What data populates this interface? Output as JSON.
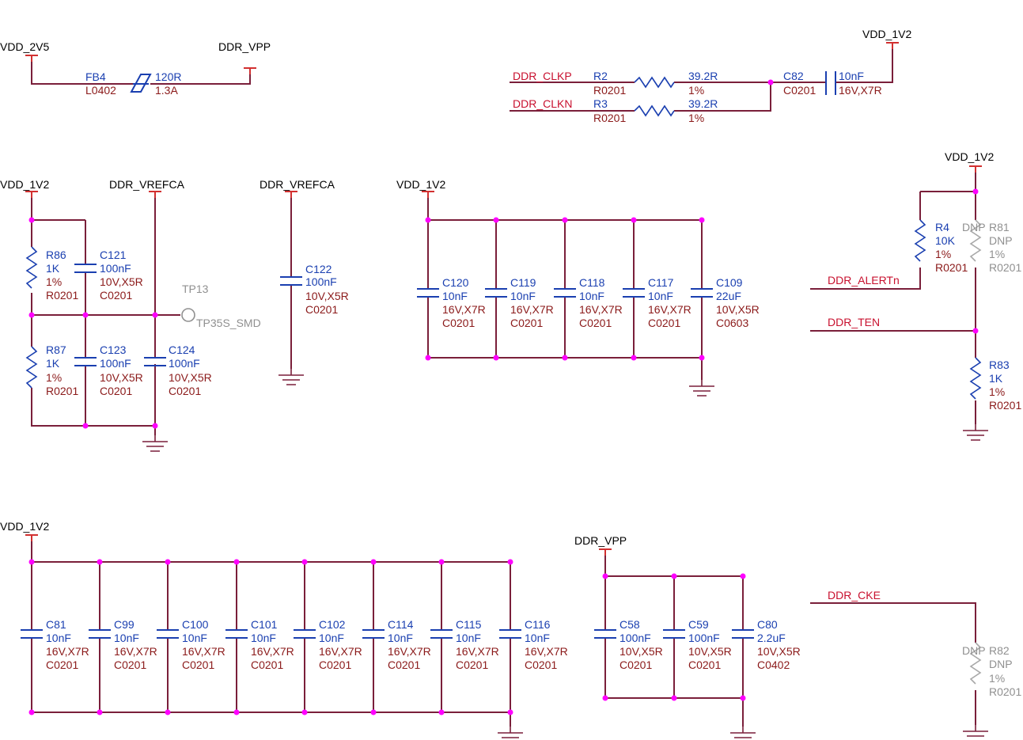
{
  "power": {
    "vdd2v5": "VDD_2V5",
    "ddr_vpp": "DDR_VPP",
    "vdd1v2": "VDD_1V2",
    "ddr_vrefca": "DDR_VREFCA"
  },
  "nets": {
    "clkp": "DDR_CLKP",
    "clkn": "DDR_CLKN",
    "alert": "DDR_ALERTn",
    "ten": "DDR_TEN",
    "cke": "DDR_CKE"
  },
  "fb4": {
    "ref": "FB4",
    "pkg": "L0402",
    "val": "120R",
    "cur": "1.3A"
  },
  "r2": {
    "ref": "R2",
    "pkg": "R0201",
    "val": "39.2R",
    "tol": "1%"
  },
  "r3": {
    "ref": "R3",
    "pkg": "R0201",
    "val": "39.2R",
    "tol": "1%"
  },
  "c82": {
    "ref": "C82",
    "pkg": "C0201",
    "val": "10nF",
    "rating": "16V,X7R"
  },
  "r86": {
    "ref": "R86",
    "val": "1K",
    "tol": "1%",
    "pkg": "R0201"
  },
  "r87": {
    "ref": "R87",
    "val": "1K",
    "tol": "1%",
    "pkg": "R0201"
  },
  "c121": {
    "ref": "C121",
    "val": "100nF",
    "rating": "10V,X5R",
    "pkg": "C0201"
  },
  "c123": {
    "ref": "C123",
    "val": "100nF",
    "rating": "10V,X5R",
    "pkg": "C0201"
  },
  "c124": {
    "ref": "C124",
    "val": "100nF",
    "rating": "10V,X5R",
    "pkg": "C0201"
  },
  "tp13": {
    "ref": "TP13",
    "pkg": "TP35S_SMD"
  },
  "c122": {
    "ref": "C122",
    "val": "100nF",
    "rating": "10V,X5R",
    "pkg": "C0201"
  },
  "caps_row1": [
    {
      "ref": "C120",
      "val": "10nF",
      "rating": "16V,X7R",
      "pkg": "C0201"
    },
    {
      "ref": "C119",
      "val": "10nF",
      "rating": "16V,X7R",
      "pkg": "C0201"
    },
    {
      "ref": "C118",
      "val": "10nF",
      "rating": "16V,X7R",
      "pkg": "C0201"
    },
    {
      "ref": "C117",
      "val": "10nF",
      "rating": "16V,X7R",
      "pkg": "C0201"
    },
    {
      "ref": "C109",
      "val": "22uF",
      "rating": "10V,X5R",
      "pkg": "C0603"
    }
  ],
  "r4": {
    "ref": "R4",
    "val": "10K",
    "tol": "1%",
    "pkg": "R0201"
  },
  "r81": {
    "dnp": "DNP",
    "ref": "R81",
    "val": "DNP",
    "tol": "1%",
    "pkg": "R0201"
  },
  "r83": {
    "ref": "R83",
    "val": "1K",
    "tol": "1%",
    "pkg": "R0201"
  },
  "caps_row2": [
    {
      "ref": "C81",
      "val": "10nF",
      "rating": "16V,X7R",
      "pkg": "C0201"
    },
    {
      "ref": "C99",
      "val": "10nF",
      "rating": "16V,X7R",
      "pkg": "C0201"
    },
    {
      "ref": "C100",
      "val": "10nF",
      "rating": "16V,X7R",
      "pkg": "C0201"
    },
    {
      "ref": "C101",
      "val": "10nF",
      "rating": "16V,X7R",
      "pkg": "C0201"
    },
    {
      "ref": "C102",
      "val": "10nF",
      "rating": "16V,X7R",
      "pkg": "C0201"
    },
    {
      "ref": "C114",
      "val": "10nF",
      "rating": "16V,X7R",
      "pkg": "C0201"
    },
    {
      "ref": "C115",
      "val": "10nF",
      "rating": "16V,X7R",
      "pkg": "C0201"
    },
    {
      "ref": "C116",
      "val": "10nF",
      "rating": "16V,X7R",
      "pkg": "C0201"
    }
  ],
  "caps_vpp": [
    {
      "ref": "C58",
      "val": "100nF",
      "rating": "10V,X5R",
      "pkg": "C0201"
    },
    {
      "ref": "C59",
      "val": "100nF",
      "rating": "10V,X5R",
      "pkg": "C0201"
    },
    {
      "ref": "C80",
      "val": "2.2uF",
      "rating": "10V,X5R",
      "pkg": "C0402"
    }
  ],
  "r82": {
    "dnp": "DNP",
    "ref": "R82",
    "val": "DNP",
    "tol": "1%",
    "pkg": "R0201"
  },
  "colors": {
    "wire": "#7a1f3a",
    "power_port": "#d23030",
    "component": "#1a3fb0",
    "designator_text": "#8b1a1a",
    "net_label": "#c8102e",
    "junction": "#ff00ff",
    "dnp": "#a8a8a8"
  }
}
